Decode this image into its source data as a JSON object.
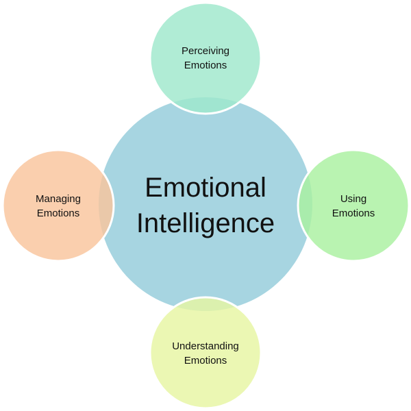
{
  "center": {
    "line1": "Emotional",
    "line2": "Intelligence",
    "color": "#a7d5e1"
  },
  "nodes": [
    {
      "id": "perceiving",
      "line1": "Perceiving",
      "line2": "Emotions",
      "color": "#9fe8cc"
    },
    {
      "id": "using",
      "line1": "Using",
      "line2": "Emotions",
      "color": "#aaf0a0"
    },
    {
      "id": "understanding",
      "line1": "Understanding",
      "line2": "Emotions",
      "color": "#e6f5a2"
    },
    {
      "id": "managing",
      "line1": "Managing",
      "line2": "Emotions",
      "color": "#f9c49c"
    }
  ]
}
